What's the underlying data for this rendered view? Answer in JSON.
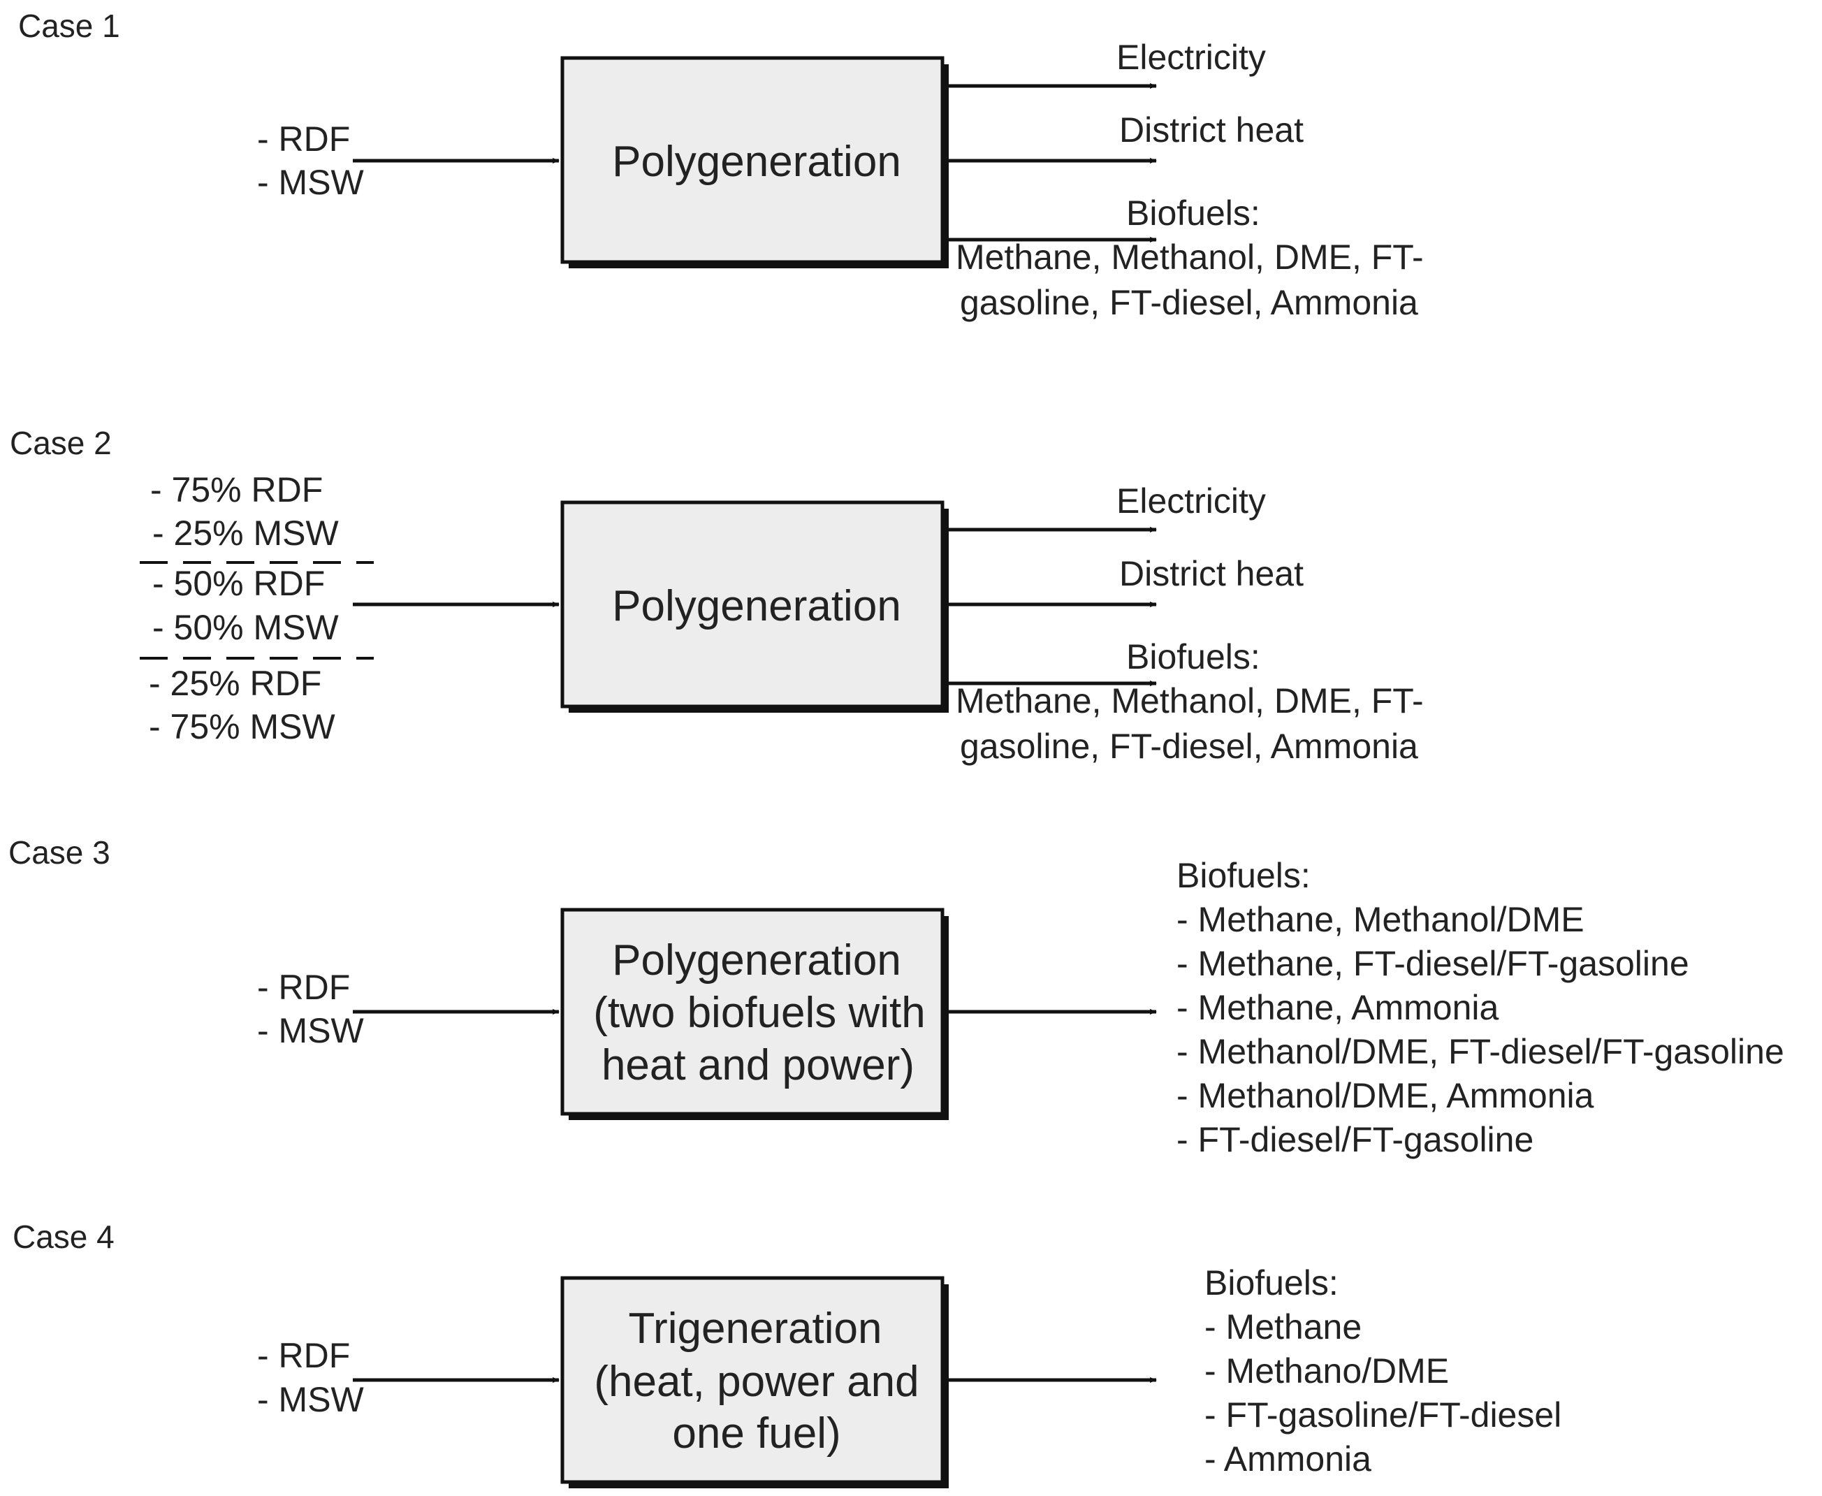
{
  "cases": [
    {
      "label": "Case 1",
      "inputs": [
        "- RDF",
        "- MSW"
      ],
      "box_lines": [
        "Polygeneration"
      ],
      "outputs": {
        "electricity": "Electricity",
        "district_heat": "District heat",
        "biofuels_title": "Biofuels:",
        "biofuels_lines": [
          "Methane, Methanol, DME, FT-",
          "gasoline, FT-diesel, Ammonia"
        ]
      }
    },
    {
      "label": "Case 2",
      "inputs": [
        "- 75% RDF",
        "- 25% MSW",
        "- 50% RDF",
        "- 50% MSW",
        "- 25% RDF",
        "- 75% MSW"
      ],
      "box_lines": [
        "Polygeneration"
      ],
      "outputs": {
        "electricity": "Electricity",
        "district_heat": "District heat",
        "biofuels_title": "Biofuels:",
        "biofuels_lines": [
          "Methane, Methanol, DME, FT-",
          "gasoline, FT-diesel, Ammonia"
        ]
      }
    },
    {
      "label": "Case 3",
      "inputs": [
        "- RDF",
        "- MSW"
      ],
      "box_lines": [
        "Polygeneration",
        "(two biofuels with",
        "heat and power)"
      ],
      "outputs": {
        "biofuels_title": "Biofuels:",
        "biofuels_lines": [
          "- Methane, Methanol/DME",
          "- Methane, FT-diesel/FT-gasoline",
          "- Methane, Ammonia",
          "- Methanol/DME, FT-diesel/FT-gasoline",
          "- Methanol/DME, Ammonia",
          "- FT-diesel/FT-gasoline"
        ]
      }
    },
    {
      "label": "Case 4",
      "inputs": [
        "- RDF",
        "- MSW"
      ],
      "box_lines": [
        "Trigeneration",
        "(heat, power and",
        "one fuel)"
      ],
      "outputs": {
        "biofuels_title": "Biofuels:",
        "biofuels_lines": [
          "- Methane",
          "- Methano/DME",
          "- FT-gasoline/FT-diesel",
          "- Ammonia"
        ]
      }
    }
  ]
}
